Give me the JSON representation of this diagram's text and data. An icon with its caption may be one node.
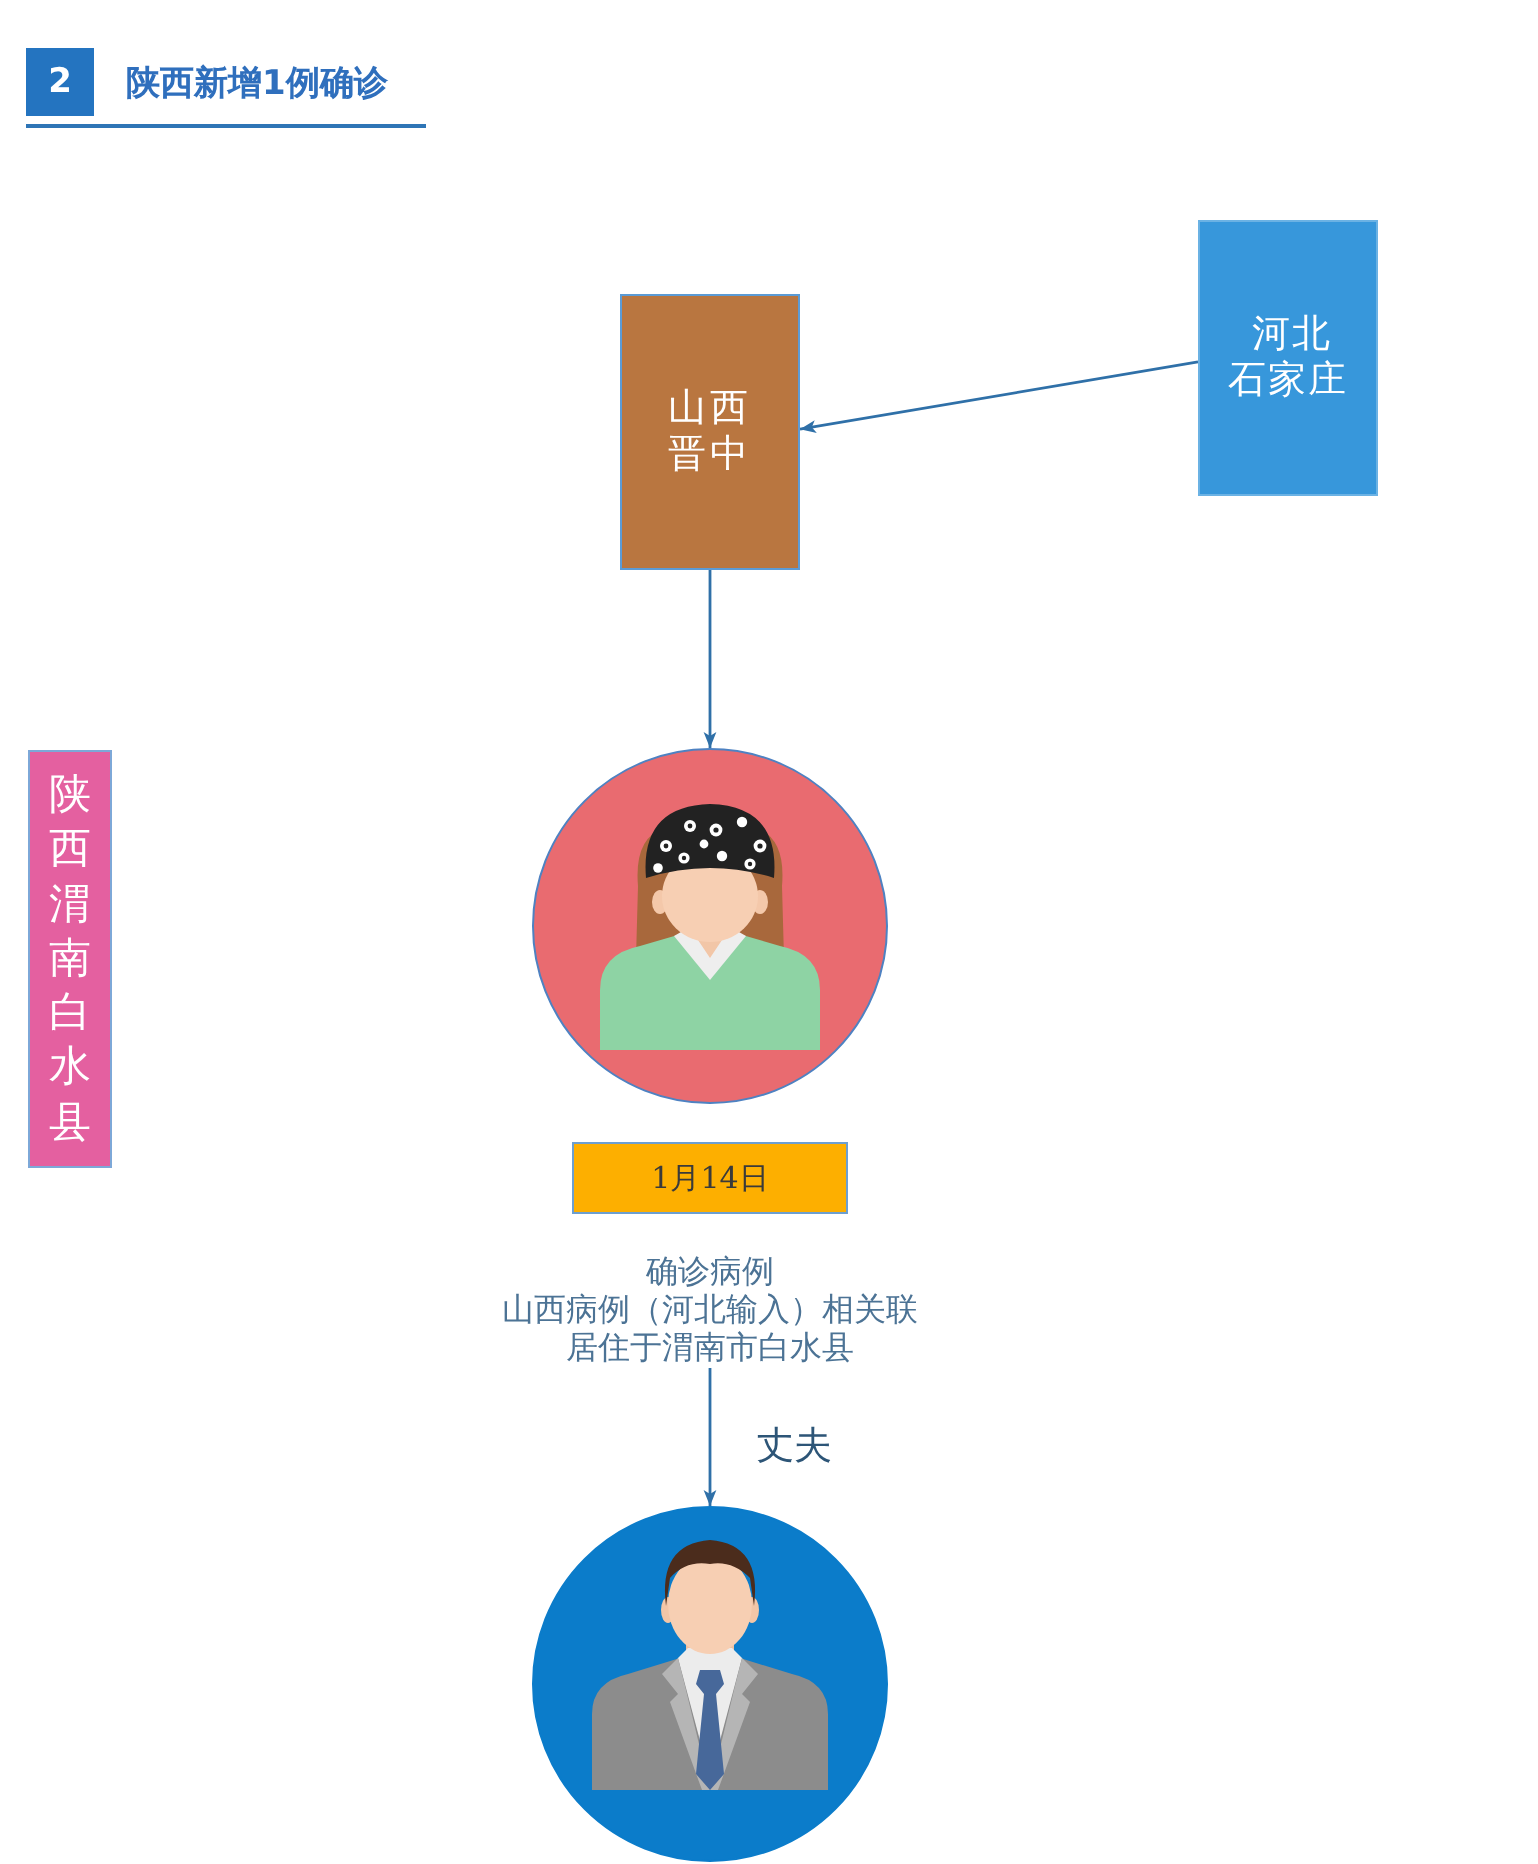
{
  "diagram": {
    "title": "陕西新增1例确诊",
    "nodes": [
      {
        "text": [
          "河北石家庄"
        ]
      },
      {
        "text": [
          "山西晋中"
        ]
      },
      {
        "text": [
          "陕西渭南白水县"
        ]
      },
      {
        "text": [],
        "shape": "person"
      },
      {
        "text": [
          "1月14日"
        ]
      },
      {
        "text": [
          "确诊病例",
          "山西病例（河北输入）相关联",
          "居住于渭南市白水县"
        ]
      },
      {
        "text": [],
        "shape": "person"
      }
    ],
    "edges": [
      {
        "from": 0,
        "to": 1,
        "arrow": "to"
      },
      {
        "from": 1,
        "to": 3,
        "arrow": "to"
      },
      {
        "from": 5,
        "to": 6,
        "arrow": "to",
        "label": "丈夫"
      }
    ],
    "labels": [
      "2"
    ]
  }
}
